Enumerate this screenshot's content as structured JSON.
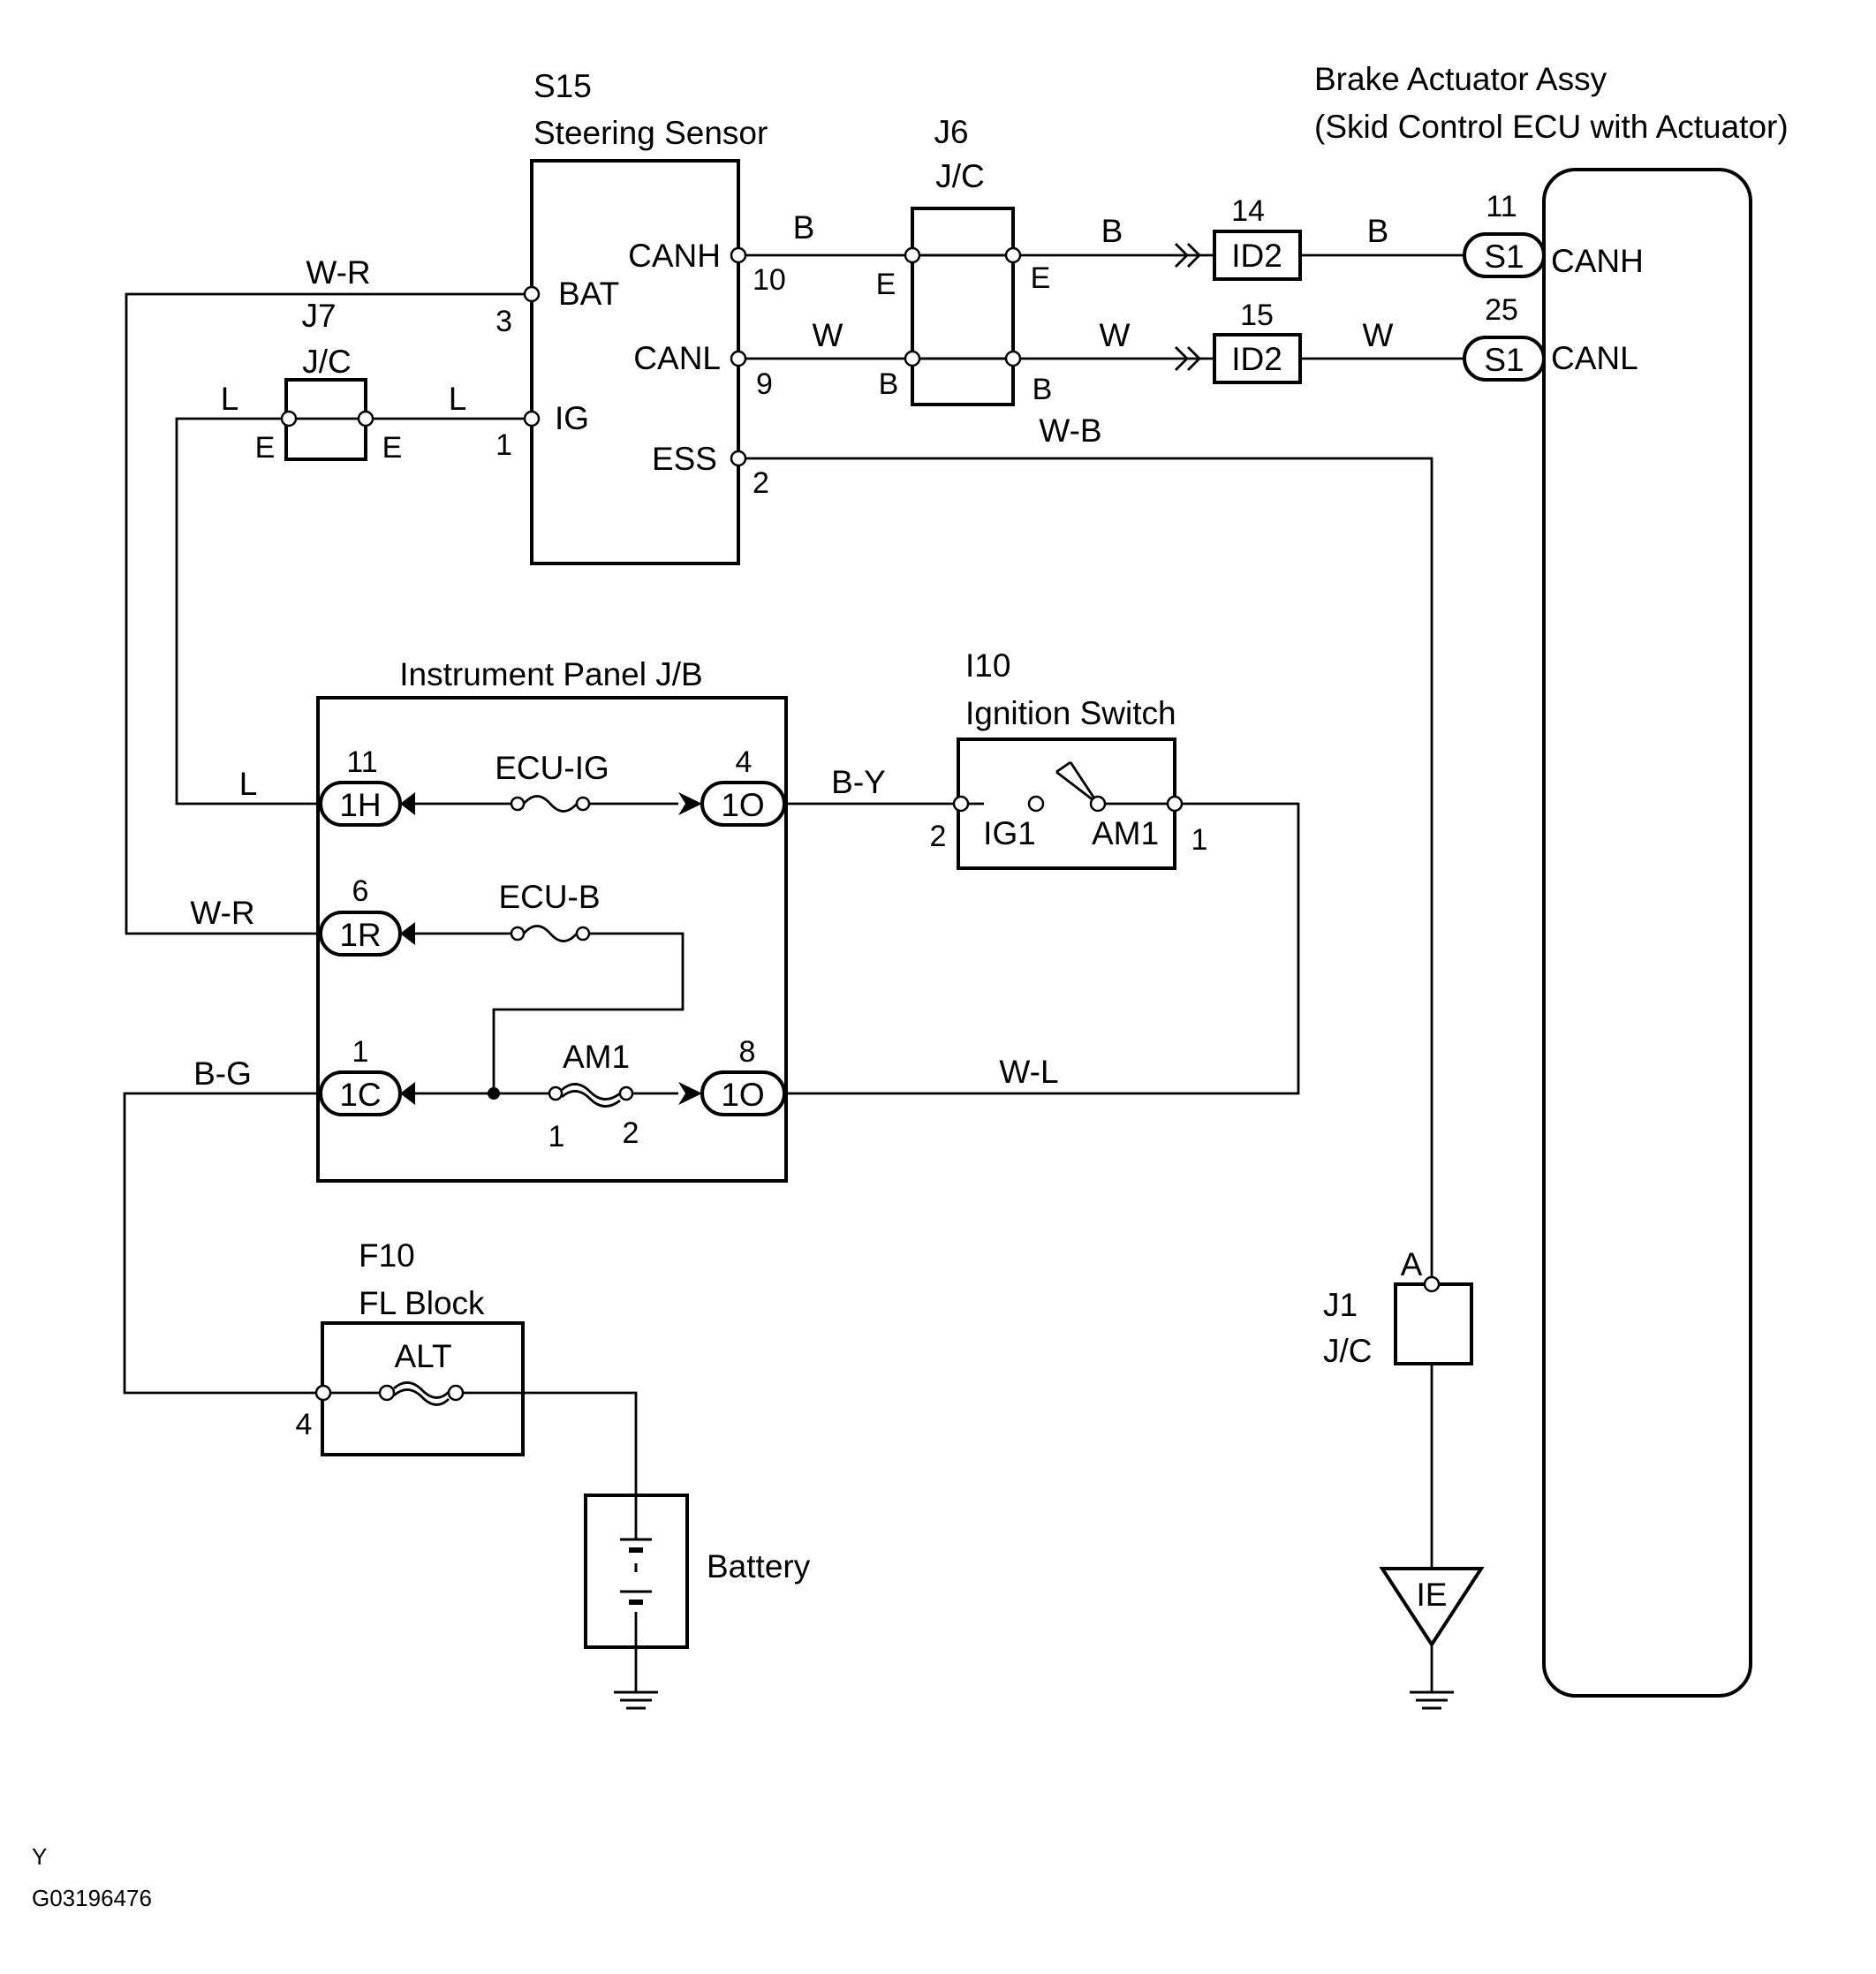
{
  "colors": {
    "line": "#000000",
    "background": "#ffffff"
  },
  "components": {
    "s15": {
      "code": "S15",
      "name": "Steering Sensor",
      "pin_bat": "BAT",
      "pin_ig": "IG",
      "pin_canh": "CANH",
      "pin_canl": "CANL",
      "pin_ess": "ESS",
      "num_bat": "3",
      "num_ig": "1",
      "num_canh": "10",
      "num_canl": "9",
      "num_ess": "2"
    },
    "brake": {
      "name": "Brake Actuator Assy",
      "sub": "(Skid Control ECU with Actuator)",
      "pin_canh": "CANH",
      "pin_canl": "CANL",
      "conn": "S1",
      "num_canh": "11",
      "num_canl": "25"
    },
    "j6": {
      "code": "J6",
      "name": "J/C",
      "l_top": "E",
      "r_top": "E",
      "l_bot": "B",
      "r_bot": "B"
    },
    "j7": {
      "code": "J7",
      "name": "J/C",
      "l": "E",
      "r": "E"
    },
    "j1": {
      "code": "J1",
      "name": "J/C",
      "pin": "A"
    },
    "id2": {
      "label": "ID2",
      "num_top": "14",
      "num_bot": "15"
    },
    "jb": {
      "title": "Instrument Panel J/B",
      "c1h": "1H",
      "c1r": "1R",
      "c1c": "1C",
      "c1o": "1O",
      "n11": "11",
      "n6": "6",
      "n1": "1",
      "n4": "4",
      "n8": "8",
      "fuse_ecu_ig": "ECU-IG",
      "fuse_ecu_b": "ECU-B",
      "fuse_am1": "AM1",
      "am1_p1": "1",
      "am1_p2": "2"
    },
    "ign": {
      "code": "I10",
      "name": "Ignition Switch",
      "ig1": "IG1",
      "am1": "AM1",
      "p2": "2",
      "p1": "1"
    },
    "f10": {
      "code": "F10",
      "name": "FL Block",
      "fuse": "ALT",
      "pin": "4"
    },
    "battery": {
      "name": "Battery"
    },
    "ground": {
      "ie": "IE"
    }
  },
  "wires": {
    "wr": "W-R",
    "l": "L",
    "b": "B",
    "w": "W",
    "wb": "W-B",
    "by": "B-Y",
    "bg": "B-G",
    "wl": "W-L"
  },
  "footer": {
    "line1": "Y",
    "line2": "G03196476"
  }
}
